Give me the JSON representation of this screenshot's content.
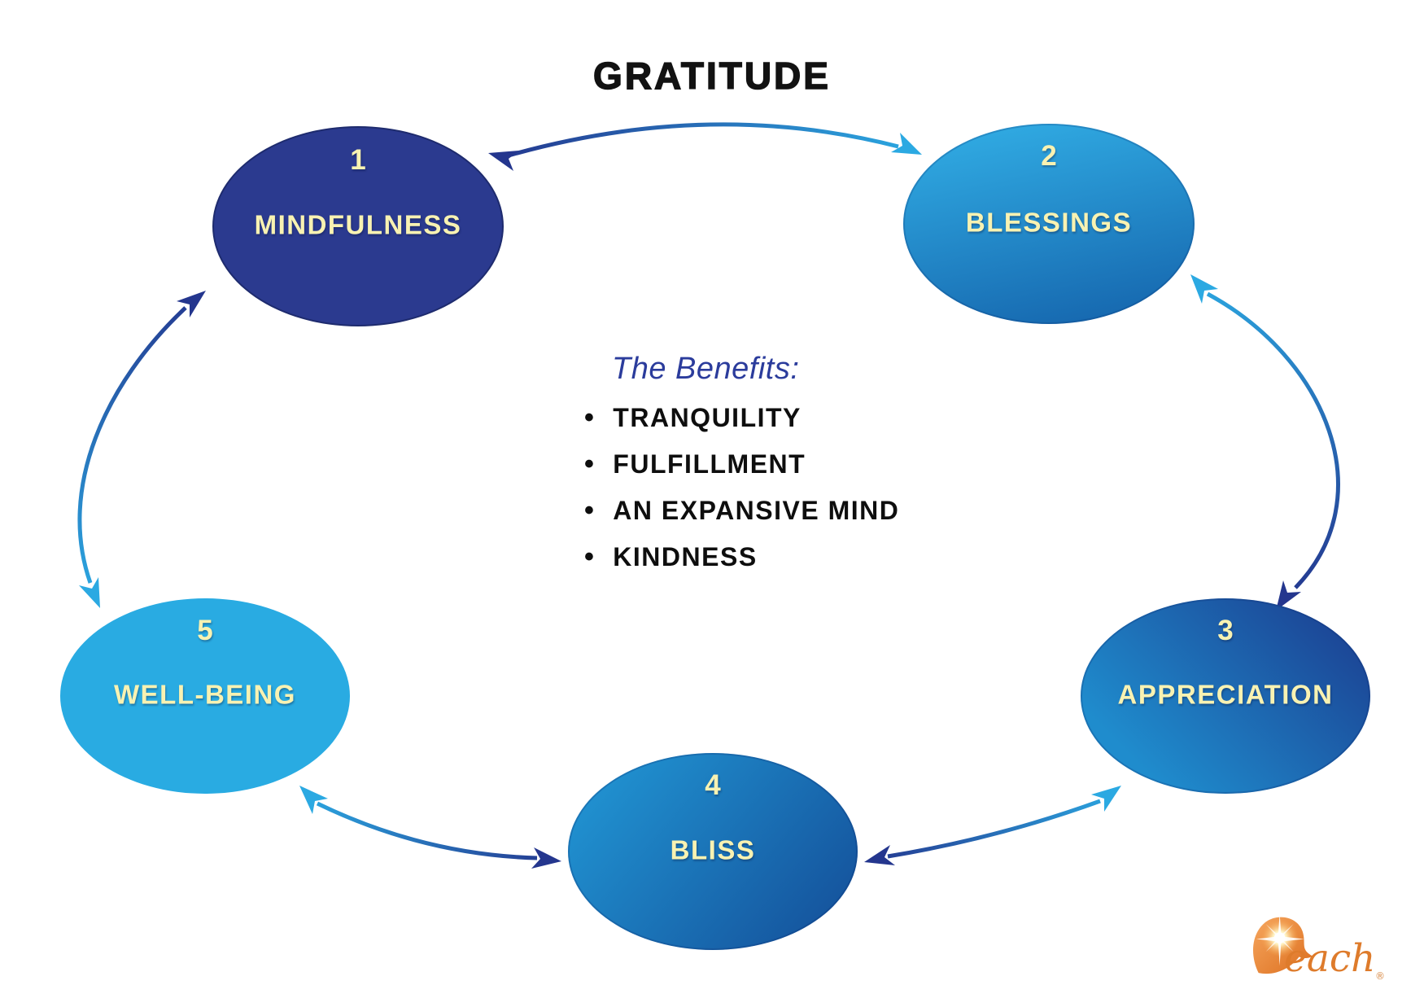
{
  "title": "GRATITUDE",
  "nodes": [
    {
      "number": "1",
      "label": "MINDFULNESS"
    },
    {
      "number": "2",
      "label": "BLESSINGS"
    },
    {
      "number": "3",
      "label": "APPRECIATION"
    },
    {
      "number": "4",
      "label": "BLISS"
    },
    {
      "number": "5",
      "label": "WELL-BEING"
    }
  ],
  "benefits": {
    "heading": "The Benefits:",
    "items": [
      "TRANQUILITY",
      "FULFILLMENT",
      "AN EXPANSIVE MIND",
      "KINDNESS"
    ]
  },
  "logo": {
    "initial": "R",
    "word": "each",
    "trademark": "®"
  },
  "colors": {
    "navy": "#2B3A8F",
    "light_blue": "#29ABE2",
    "node_text": "#F8F2B2",
    "benefits_heading": "#2B3C9C",
    "bullet_text": "#0e0e0e",
    "logo_orange": "#DE7B2B",
    "arrow_dark": "#24368E",
    "arrow_light": "#2BA9E2"
  }
}
